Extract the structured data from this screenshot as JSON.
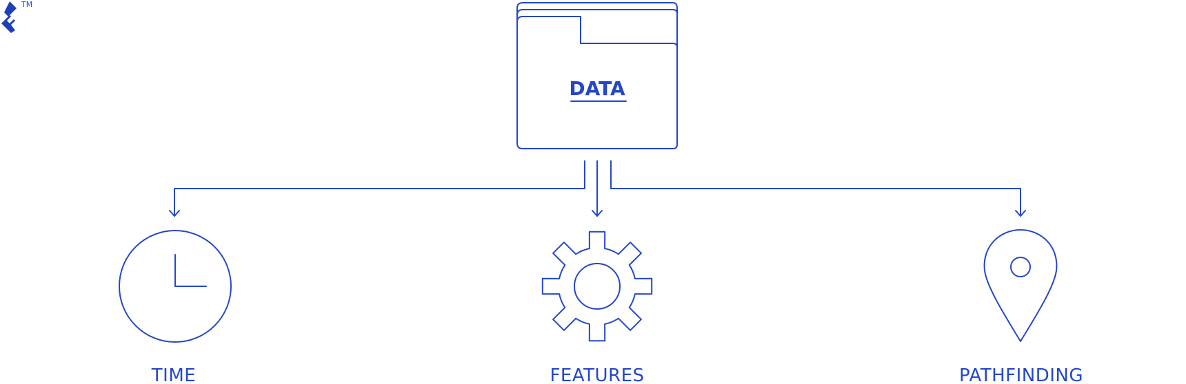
{
  "colors": {
    "primary": "#2447c9",
    "logo": "#1d3fb8",
    "background": "#ffffff"
  },
  "logo": {
    "icon": "toptal-logo-icon",
    "trademark": "TM"
  },
  "folder": {
    "icon": "folder-icon",
    "title": "DATA"
  },
  "nodes": [
    {
      "id": "time",
      "icon": "clock-icon",
      "label": "TIME"
    },
    {
      "id": "features",
      "icon": "gear-icon",
      "label": "FEATURES"
    },
    {
      "id": "pathfinding",
      "icon": "map-pin-icon",
      "label": "PATHFINDING"
    }
  ]
}
